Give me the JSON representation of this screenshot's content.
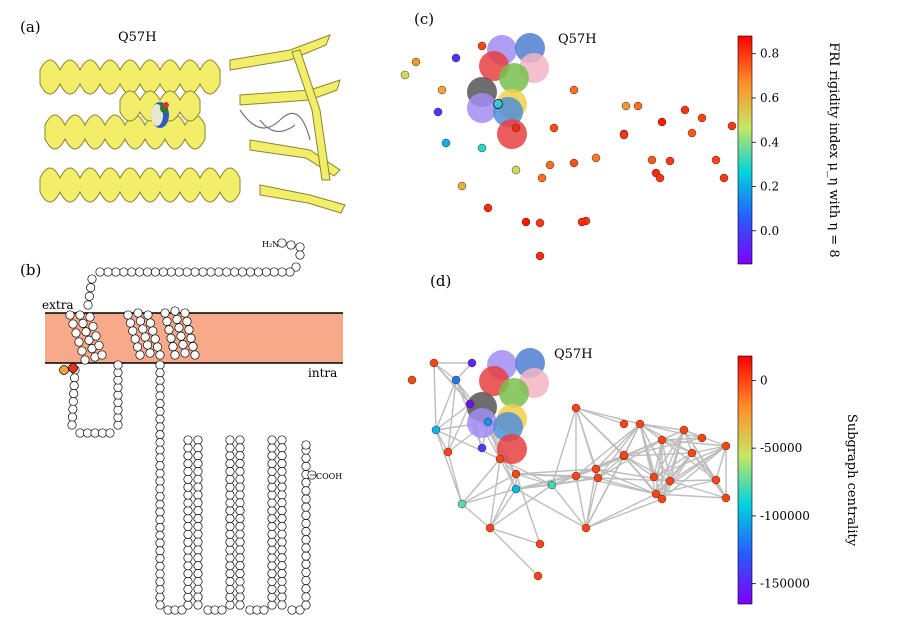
{
  "panels": {
    "a": {
      "label": "(a)",
      "title": "Q57H"
    },
    "b": {
      "label": "(b)",
      "extra": "extra",
      "intra": "intra",
      "nterm": "H₂N",
      "cterm": "COOH"
    },
    "c": {
      "label": "(c)",
      "title": "Q57H"
    },
    "d": {
      "label": "(d)",
      "title": "Q57H"
    }
  },
  "colors": {
    "helix": "#f2ee6a",
    "helix_stroke": "#8a8530",
    "membrane": "#f7a98a",
    "edge": "#bdbdbd"
  },
  "chart_data": [
    {
      "type": "scatter",
      "panel": "c",
      "colorbar": {
        "label": "FRI rigidity index μ_η with η = 8",
        "ticks": [
          "0.8",
          "0.6",
          "0.4",
          "0.2",
          "0.0"
        ],
        "tick_values": [
          0.8,
          0.6,
          0.4,
          0.2,
          0.0
        ],
        "range": [
          -0.15,
          0.88
        ]
      }
    },
    {
      "type": "scatter",
      "panel": "d",
      "colorbar": {
        "label": "Subgraph centrality",
        "ticks": [
          "0",
          "-50000",
          "-100000",
          "-150000"
        ],
        "tick_values": [
          0,
          -50000,
          -100000,
          -150000
        ],
        "range": [
          -165000,
          18000
        ]
      }
    }
  ]
}
